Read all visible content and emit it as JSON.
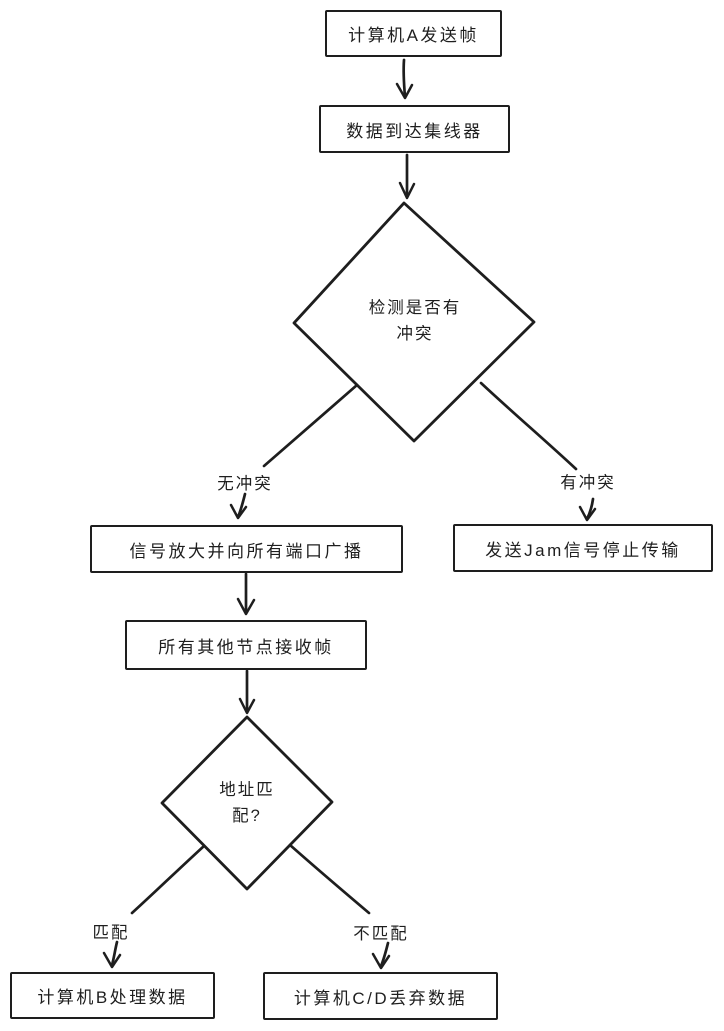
{
  "diagram": {
    "type": "flowchart",
    "background_color": "#ffffff",
    "stroke_color": "#1e1e1e",
    "nodes": {
      "start": "计算机A发送帧",
      "hub": "数据到达集线器",
      "collision_check": "检测是否有\n冲突",
      "broadcast": "信号放大并向所有端口广播",
      "jam": "发送Jam信号停止传输",
      "receive": "所有其他节点接收帧",
      "match_check": "地址匹\n配?",
      "process_b": "计算机B处理数据",
      "discard_cd": "计算机C/D丢弃数据"
    },
    "edge_labels": {
      "no_collision": "无冲突",
      "collision": "有冲突",
      "match": "匹配",
      "no_match": "不匹配"
    }
  }
}
